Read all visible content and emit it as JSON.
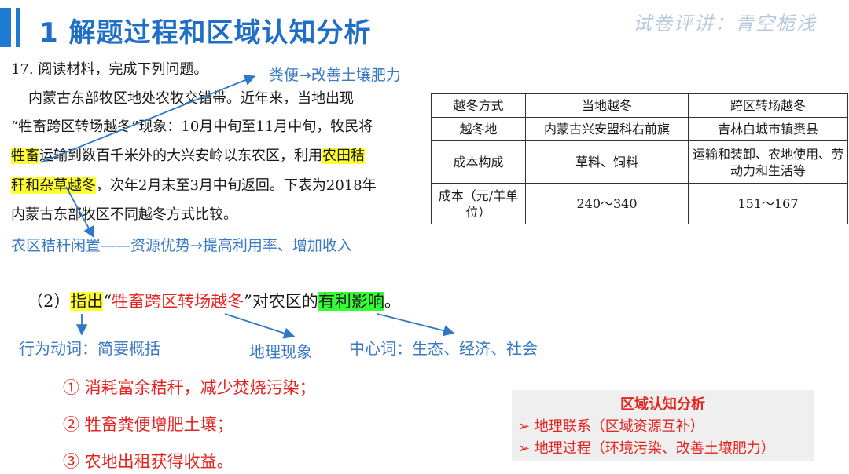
{
  "header": {
    "title": "1 解题过程和区域认知分析",
    "watermark": "试卷评讲：青空栀浅"
  },
  "material": {
    "line1": "17. 阅读材料，完成下列问题。",
    "line2": "内蒙古东部牧区地处农牧交错带。近年来，当地出现",
    "line3": "“牲畜跨区转场越冬”现象：10月中旬至11月中旬，牧民将",
    "line4_hl1": "牲畜",
    "line4_mid": "运输到数百千米外的大兴安岭以东农区，利用",
    "line4_hl2": "农田秸",
    "line5_hl": "秆和杂草越冬",
    "line5_rest": "，次年2月末至3月中旬返回。下表为2018年",
    "line6": "内蒙古东部牧区不同越冬方式比较。"
  },
  "notes": {
    "manure": "粪便→改善土壤肥力",
    "straw": "农区秸秆闲置——资源优势→提高利用率、增加收入"
  },
  "table": {
    "header": [
      "越冬方式",
      "当地越冬",
      "跨区转场越冬"
    ],
    "rows": [
      [
        "越冬地",
        "内蒙古兴安盟科右前旗",
        "吉林白城市镇赉县"
      ],
      [
        "成本构成",
        "草料、饲料",
        "运输和装卸、农地使用、劳动力和生活等"
      ],
      [
        "成本（元/羊单位）",
        "240～340",
        "151～167"
      ]
    ]
  },
  "question": {
    "prefix": "（2）",
    "verb": "指出",
    "quote_open": "“",
    "phenomenon": "牲畜跨区转场越冬",
    "quote_close": "”对农区的",
    "center": "有利影响",
    "end": "。"
  },
  "labels": {
    "verb_label": "行为动词：简要概括",
    "phenomenon_label": "地理现象",
    "center_label": "中心词：生态、经济、社会"
  },
  "answers": [
    "① 消耗富余秸秆，减少焚烧污染；",
    "② 牲畜粪便增肥土壤；",
    "③ 农地出租获得收益。"
  ],
  "analysis": {
    "title": "区域认知分析",
    "items": [
      "➢ 地理联系（区域资源互补）",
      "➢ 地理过程（环境污染、改善土壤肥力）"
    ]
  }
}
